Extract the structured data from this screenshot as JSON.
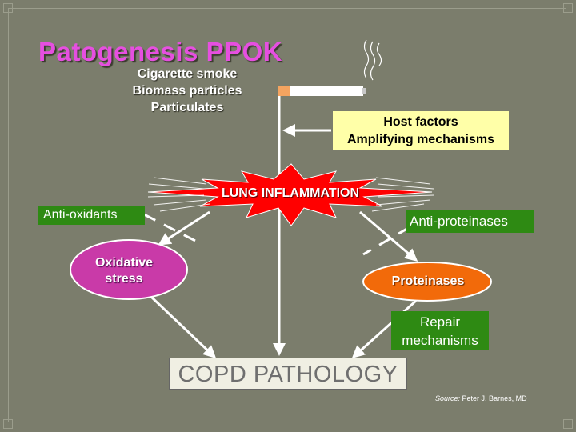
{
  "title": "Patogenesis PPOK",
  "sources": [
    "Cigarette smoke",
    "Biomass particles",
    "Particulates"
  ],
  "host_factors": [
    "Host factors",
    "Amplifying mechanisms"
  ],
  "center": "LUNG INFLAMMATION",
  "anti_oxidants": "Anti-oxidants",
  "anti_proteinases": "Anti-proteinases",
  "oxidative_stress": [
    "Oxidative",
    "stress"
  ],
  "proteinases": "Proteinases",
  "repair": [
    "Repair",
    "mechanisms"
  ],
  "outcome": "COPD PATHOLOGY",
  "source": {
    "label": "Source:",
    "author": "Peter J. Barnes, MD"
  },
  "colors": {
    "background": "#7b7d6c",
    "title": "#e64fe0",
    "host_box": "#ffffa8",
    "green_label": "#2e8a13",
    "oxidative_fill": "#c93aa8",
    "proteinases_fill": "#f26a0a",
    "burst": "#ff0000"
  }
}
